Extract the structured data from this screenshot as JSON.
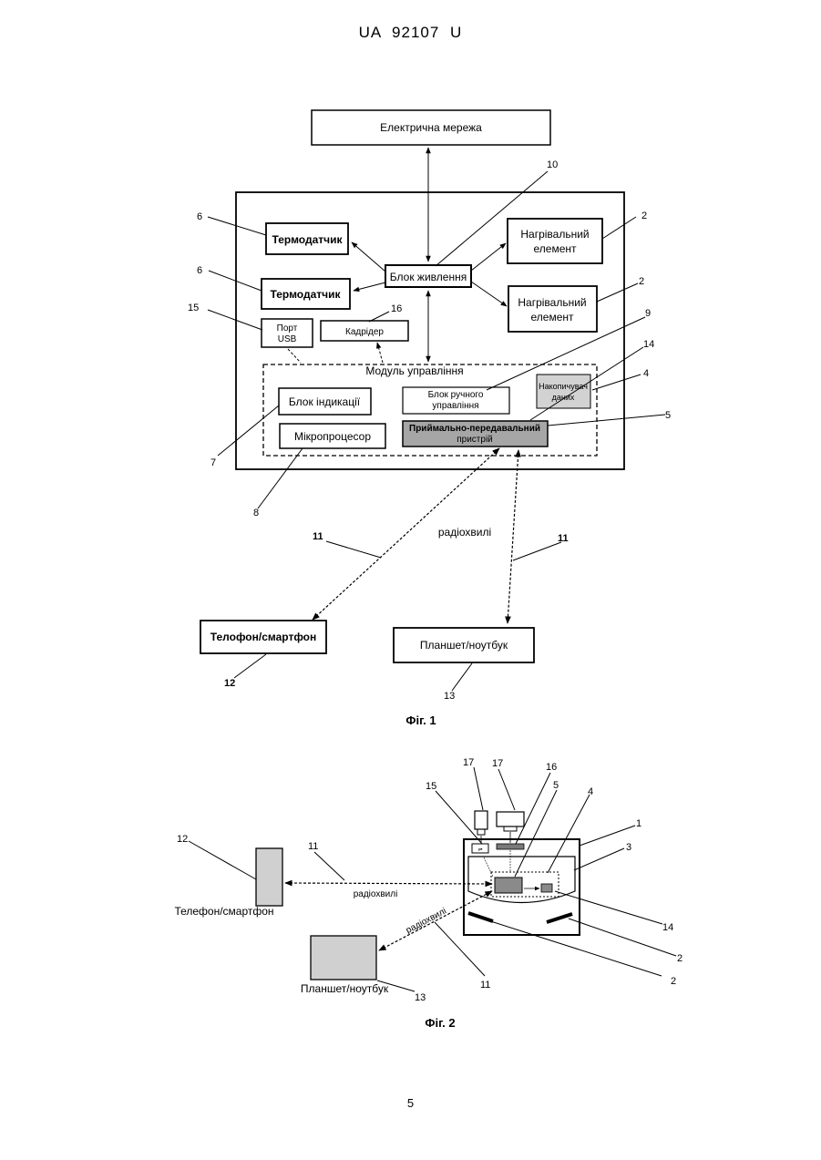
{
  "header": {
    "doc_id": "UA   92107   U"
  },
  "fig1": {
    "caption": "Фіг. 1",
    "grid": "Електрична мережа",
    "power_unit": "Блок живлення",
    "thermo_sensor_1": "Термодатчик",
    "thermo_sensor_2": "Термодатчик",
    "heater_1_line1": "Нагрівальний",
    "heater_1_line2": "елемент",
    "heater_2_line1": "Нагрівальний",
    "heater_2_line2": "елемент",
    "usb_line1": "Порт",
    "usb_line2": "USB",
    "card_reader": "Кадрідер",
    "control_module": "Модуль управління",
    "indication": "Блок індикації",
    "manual_line1": "Блок ручного",
    "manual_line2": "управління",
    "storage_line1": "Накопичувач",
    "storage_line2": "даних",
    "transceiver_line1": "Приймально-передавальний",
    "transceiver_line2": "пристрій",
    "microprocessor": "Мікропроцесор",
    "radio": "радіохвилі",
    "phone": "Телофон/смартфон",
    "tablet": "Планшет/ноутбук",
    "ref": {
      "n10": "10",
      "n6a": "6",
      "n6b": "6",
      "n2a": "2",
      "n2b": "2",
      "n15": "15",
      "n16": "16",
      "n9": "9",
      "n14": "14",
      "n4": "4",
      "n5": "5",
      "n7": "7",
      "n8": "8",
      "n11a": "11",
      "n11b": "11",
      "n12": "12",
      "n13": "13"
    }
  },
  "fig2": {
    "caption": "Фіг. 2",
    "phone": "Телефон/смартфон",
    "tablet": "Планшет/ноутбук",
    "radio_h": "радіохвилі",
    "radio_d": "радіохвилі",
    "ref": {
      "n17a": "17",
      "n17b": "17",
      "n16": "16",
      "n15": "15",
      "n5": "5",
      "n4": "4",
      "n1": "1",
      "n3": "3",
      "n12": "12",
      "n11a": "11",
      "n14": "14",
      "n2a": "2",
      "n2b": "2",
      "n11b": "11",
      "n13": "13"
    }
  },
  "page_number": "5"
}
